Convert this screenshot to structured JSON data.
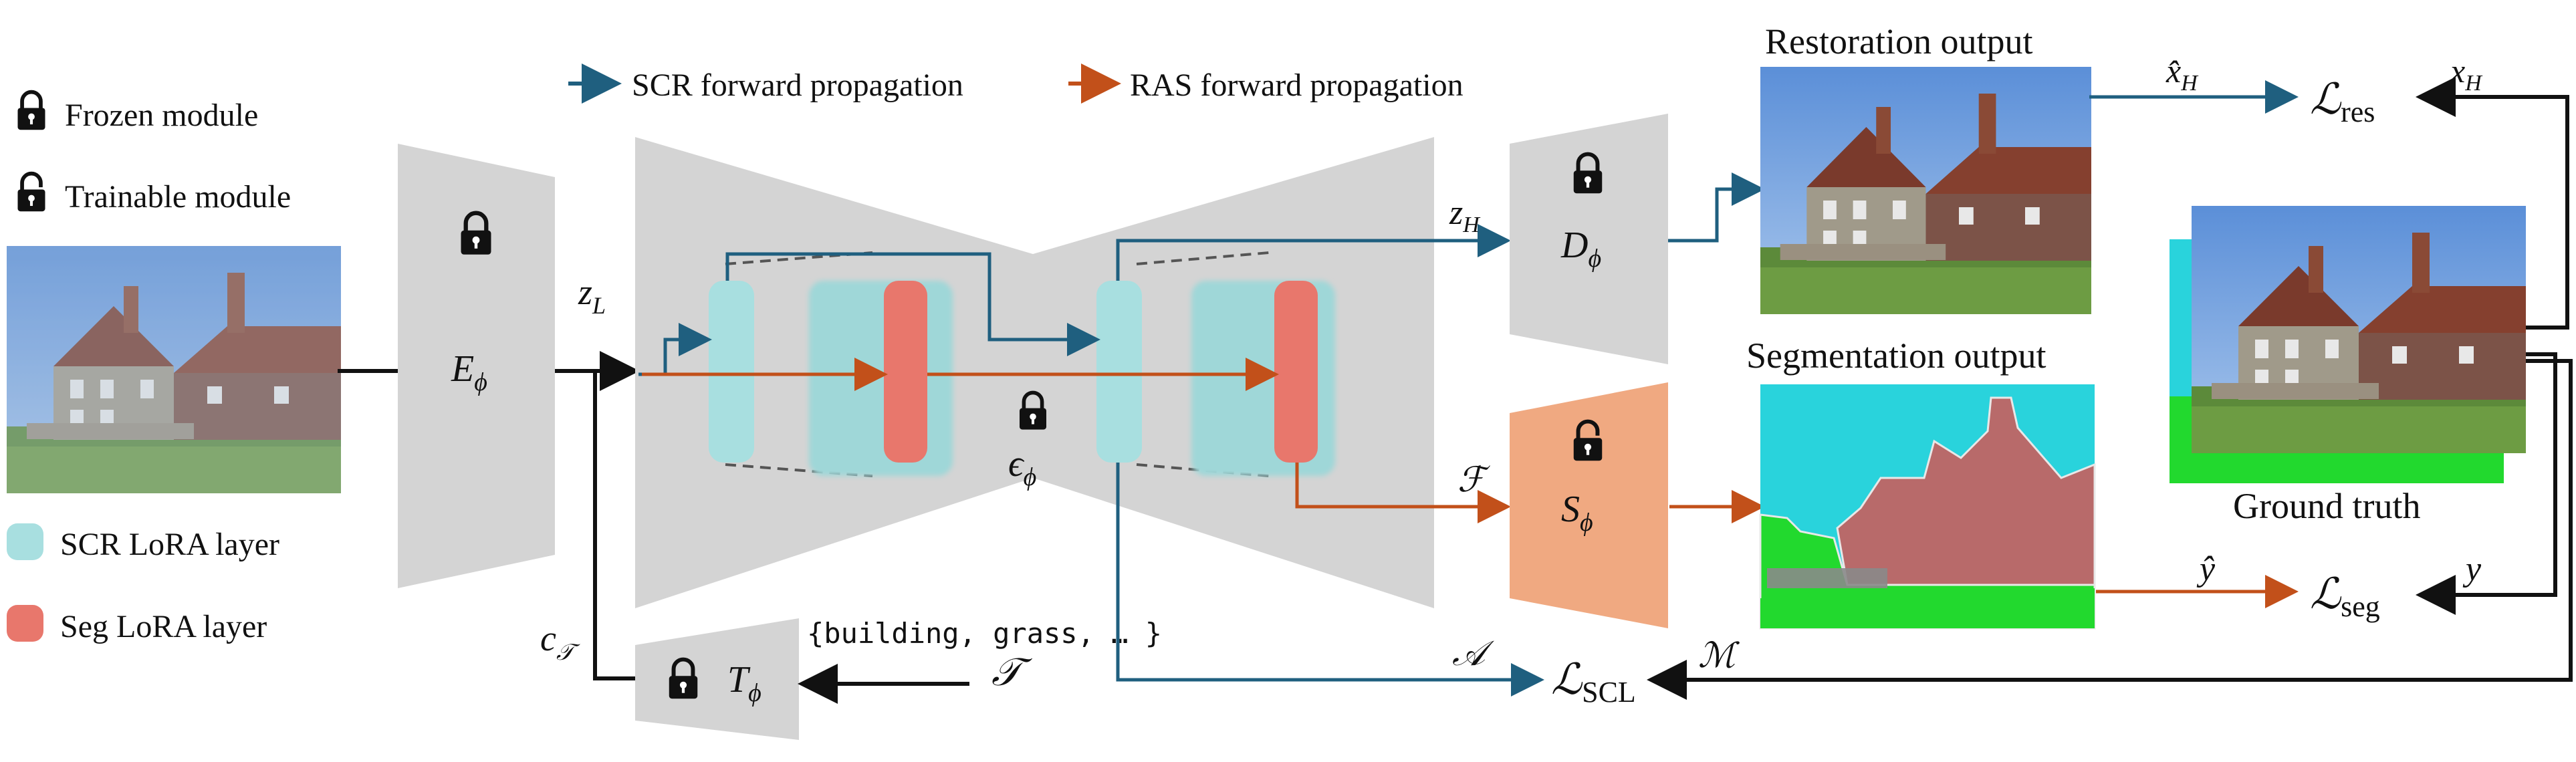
{
  "legend": {
    "frozen": "Frozen module",
    "trainable": "Trainable module",
    "scr_lora": "SCR LoRA layer",
    "seg_lora": "Seg LoRA layer",
    "scr_forward": "SCR forward propagation",
    "ras_forward": "RAS forward propagation"
  },
  "modules": {
    "encoder": "E",
    "encoder_sub": "ϕ",
    "unet": "ϵ",
    "unet_sub": "ϕ",
    "decoder": "D",
    "decoder_sub": "ϕ",
    "seg_head": "S",
    "seg_head_sub": "ϕ",
    "text_encoder": "T",
    "text_encoder_sub": "ϕ"
  },
  "symbols": {
    "z_L": "z",
    "z_L_sub": "L",
    "z_H": "z",
    "z_H_sub": "H",
    "c_T": "c",
    "c_T_sub": "𝒯",
    "T_prompt": "𝒯",
    "F": "ℱ",
    "A": "𝒜",
    "M": "ℳ",
    "x_H_hat": "x̂",
    "x_H_hat_sub": "H",
    "x_H": "x",
    "x_H_sub": "H",
    "y_hat": "ŷ",
    "y": "y"
  },
  "losses": {
    "res": "ℒ",
    "res_sub": "res",
    "seg": "ℒ",
    "seg_sub": "seg",
    "scl": "ℒ",
    "scl_sub": "SCL"
  },
  "text": {
    "prompt": "{building, grass, … }",
    "restoration_output": "Restoration output",
    "segmentation_output": "Segmentation output",
    "ground_truth": "Ground truth"
  },
  "colors": {
    "scr_arrow": "#1f5f7f",
    "ras_arrow": "#c2501a",
    "module_gray": "#d4d4d4",
    "scr_lora": "#a8dfe0",
    "seg_lora": "#e8776c",
    "seg_head": "#f0a981",
    "seg_sky": "#29d3dc",
    "seg_grass": "#22d92e",
    "seg_building": "#b86a6a"
  }
}
